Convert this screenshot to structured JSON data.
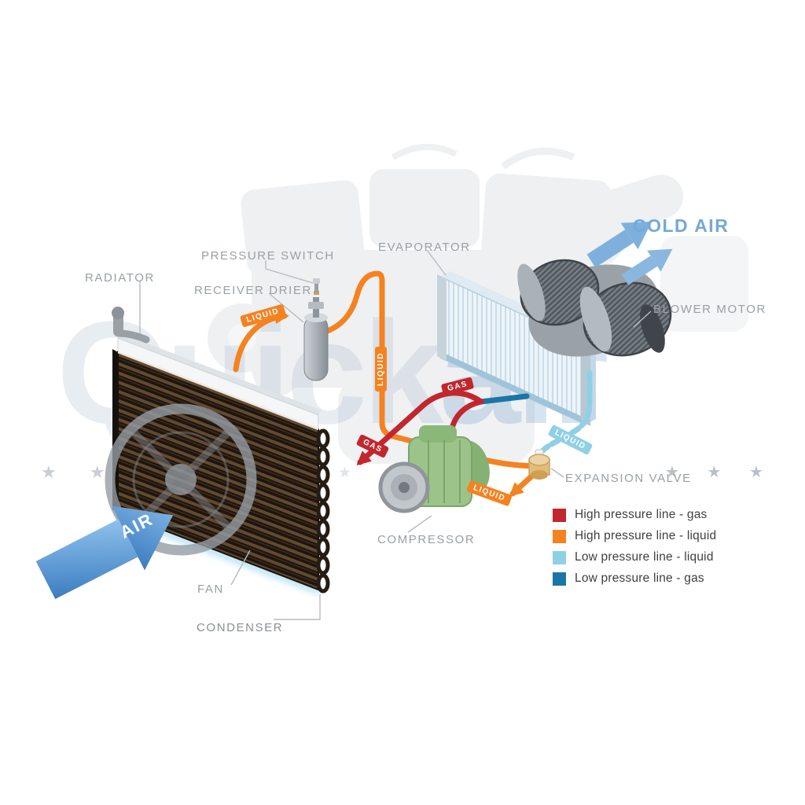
{
  "watermark": {
    "word_gray": "Quick",
    "word_blue": "air",
    "stars_left": "★ ★ ★ ★",
    "stars_center": "★ ★ ★",
    "stars_right": "★ ★ ★"
  },
  "component_labels": {
    "radiator": "RADIATOR",
    "pressure_switch": "PRESSURE SWITCH",
    "receiver_drier": "RECEIVER DRIER",
    "evaporator": "EVAPORATOR",
    "blower_motor": "BLOWER MOTOR",
    "expansion_valve": "EXPANSION VALVE",
    "compressor": "COMPRESSOR",
    "fan": "FAN",
    "condenser": "CONDENSER"
  },
  "flow_labels": {
    "cold_air": "COLD AIR",
    "air": "AIR",
    "liquid_condenser_to_drier": "LIQUID",
    "liquid_vertical": "LIQUID",
    "gas_upper": "GAS",
    "gas_lower": "GAS",
    "liquid_low_pressure": "LIQUID",
    "liquid_to_evaporator": "LIQUID"
  },
  "legend": {
    "items": [
      {
        "label": "High pressure line - gas",
        "color": "#c1272d"
      },
      {
        "label": "High pressure line - liquid",
        "color": "#f58220"
      },
      {
        "label": "Low pressure line - liquid",
        "color": "#8fd0e6"
      },
      {
        "label": "Low pressure line -  gas",
        "color": "#1b75a6"
      }
    ]
  },
  "colors": {
    "high_pressure_gas": "#c1272d",
    "high_pressure_liquid": "#f58220",
    "low_pressure_liquid": "#8fd0e6",
    "low_pressure_gas": "#1b75a6",
    "cold_air_text": "#74a9d8",
    "label_text": "#9aa0a4"
  }
}
